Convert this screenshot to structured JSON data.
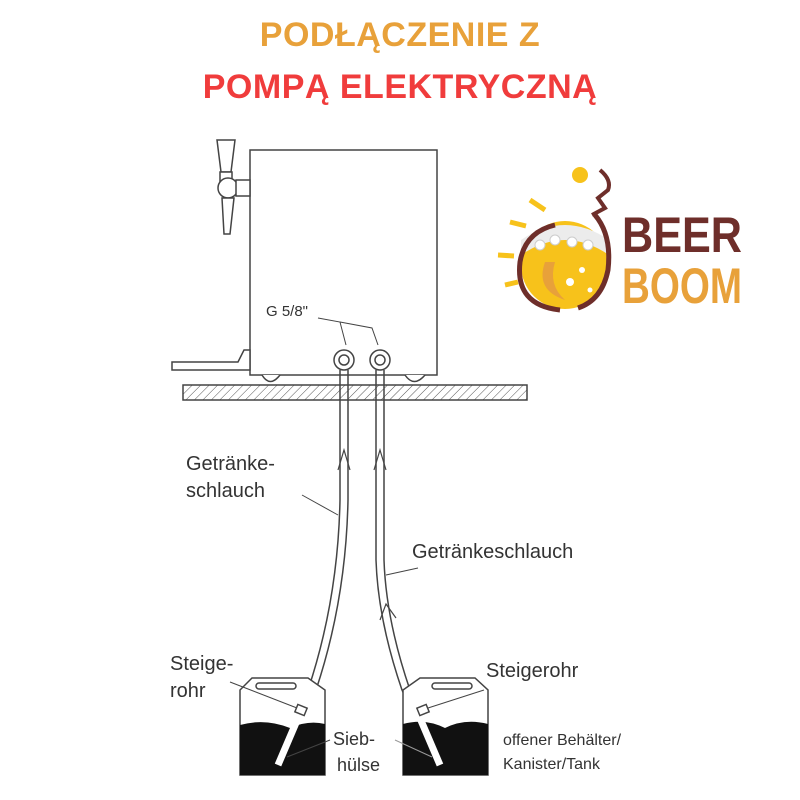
{
  "title": {
    "line1": "PODŁĄCZENIE Z",
    "line2": "POMPĄ ELEKTRYCZNĄ"
  },
  "colors": {
    "title_line1": "#e8a13a",
    "title_line2": "#f03c3c",
    "logo_brown": "#6e2e2a",
    "logo_orange": "#e8a13a",
    "logo_yellow": "#f7c21b"
  },
  "logo": {
    "word1": "BEER",
    "word2": "BOOM"
  },
  "labels": {
    "fitting": "G 5/8\"",
    "hose_left_1": "Getränke-",
    "hose_left_2": "schlauch",
    "hose_right": "Getränkeschlauch",
    "riser_left_1": "Steige-",
    "riser_left_2": "rohr",
    "riser_right": "Steigerohr",
    "strainer_1": "Sieb-",
    "strainer_2": "hülse",
    "container_1": "offener Behälter/",
    "container_2": "Kanister/Tank"
  }
}
